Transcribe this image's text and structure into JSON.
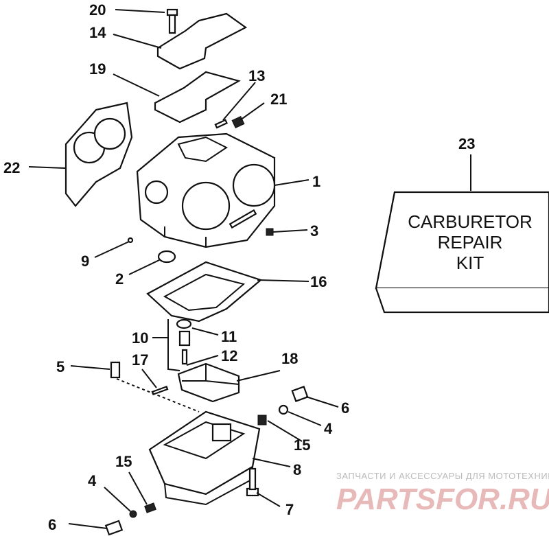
{
  "callouts": [
    "20",
    "14",
    "19",
    "13",
    "21",
    "22",
    "23",
    "1",
    "3",
    "9",
    "2",
    "16",
    "10",
    "11",
    "12",
    "18",
    "5",
    "17",
    "6",
    "4",
    "15",
    "8",
    "7"
  ],
  "kit_box": {
    "line1": "CARBURETOR",
    "line2": "REPAIR",
    "line3": "KIT"
  },
  "watermark": {
    "line1": "ЗАПЧАСТИ И АКСЕССУАРЫ ДЛЯ МОТОТЕХНИКИ",
    "line2": "PARTSFOR.RU"
  }
}
